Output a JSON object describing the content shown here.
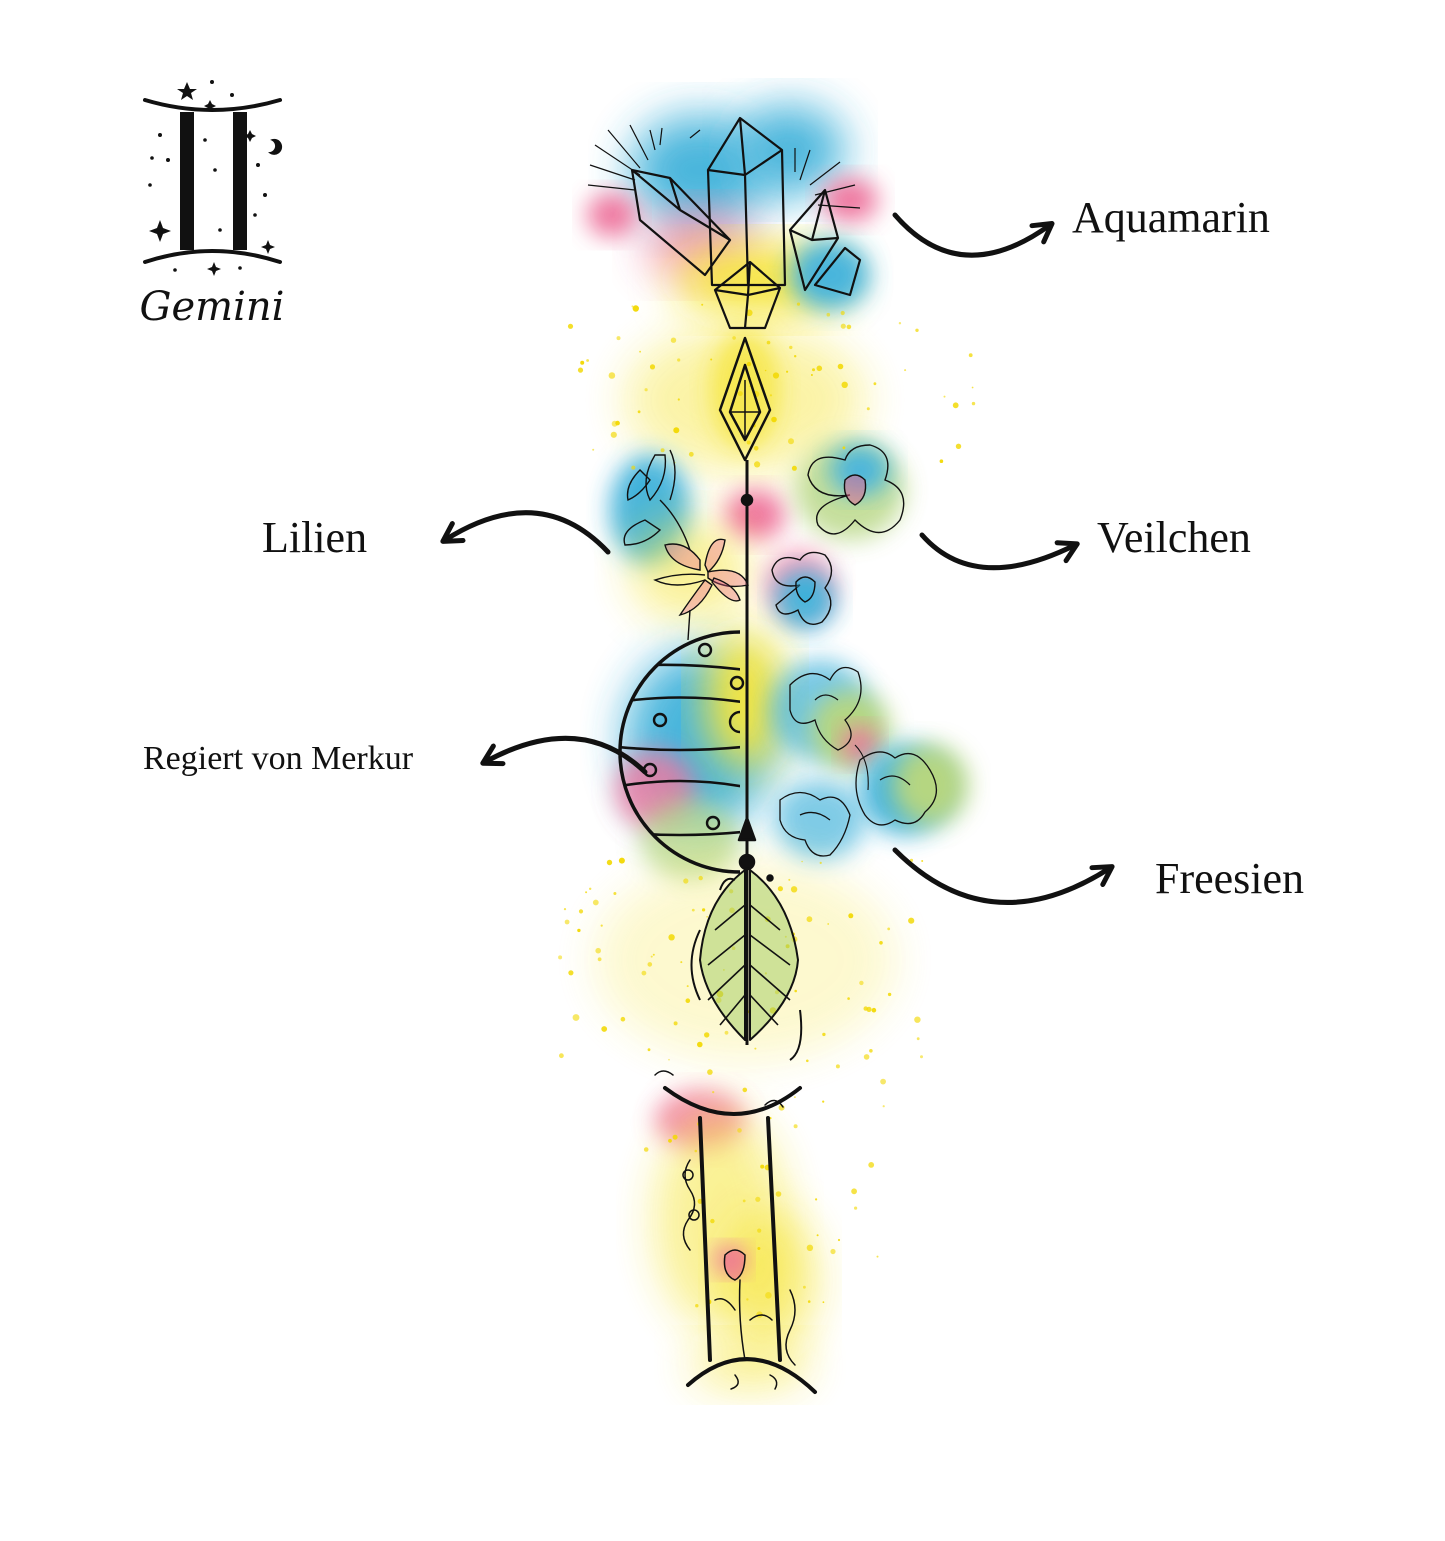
{
  "colors": {
    "ink": "#111111",
    "cyan": "#2aa9d6",
    "yellow": "#f4e11a",
    "pink": "#ec5f8e",
    "green": "#a9cf6c"
  },
  "emblem": {
    "icon": "gemini-zodiac-icon",
    "caption": "Gemini"
  },
  "labels": {
    "aquamarin": "Aquamarin",
    "lilien": "Lilien",
    "veilchen": "Veilchen",
    "merkur": "Regiert von Merkur",
    "freesien": "Freesien"
  },
  "icons": [
    "crystal-cluster-icon",
    "arrow-head-icon",
    "lily-flower-icon",
    "violet-flower-icon",
    "planet-mercury-icon",
    "freesia-flower-icon",
    "feather-fletching-icon",
    "gemini-pillars-icon",
    "curved-arrow-icon"
  ]
}
